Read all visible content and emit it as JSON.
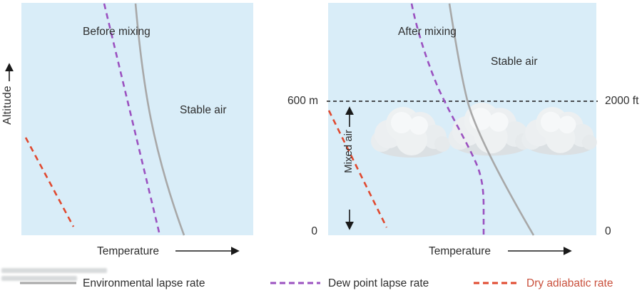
{
  "colors": {
    "panel_bg": "#d9edf8",
    "environmental": "#a8a8a8",
    "dew_point": "#9b51c0",
    "dry_adiabatic": "#e0492f",
    "mixing_level_line": "#1a1a1a"
  },
  "axes": {
    "altitude_label": "Altitude",
    "temperature_label": "Temperature"
  },
  "panels": {
    "before": {
      "title": "Before mixing",
      "region_label": "Stable air"
    },
    "after": {
      "title": "After mixing",
      "region_label": "Stable air",
      "mixing_height_left_label": "600 m",
      "mixing_height_right_label": "2000 ft",
      "bottom_left_label": "0",
      "bottom_right_label": "0",
      "mixed_layer_label": "Mixed air"
    }
  },
  "legend": {
    "items": [
      {
        "label": "Environmental lapse rate",
        "line_style": "solid",
        "color": "#a8a8a8"
      },
      {
        "label": "Dew point lapse rate",
        "line_style": "dashed",
        "color": "#9b51c0"
      },
      {
        "label": "Dry adiabatic rate",
        "line_style": "dashed",
        "color": "#e0492f"
      }
    ]
  }
}
